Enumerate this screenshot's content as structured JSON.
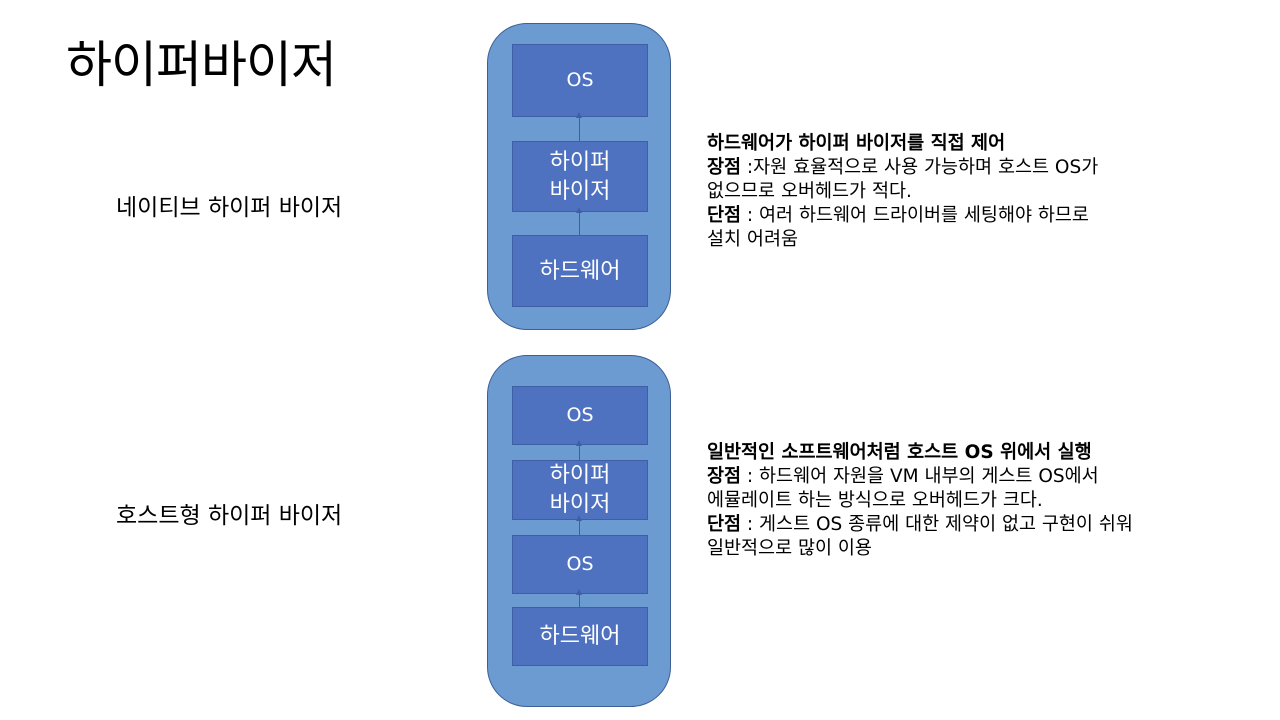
{
  "title": "하이퍼바이저",
  "native": {
    "label": "네이티브 하이퍼 바이저",
    "layers": {
      "top": "OS",
      "middle_line1": "하이퍼",
      "middle_line2": "바이저",
      "bottom": "하드웨어"
    },
    "description": {
      "heading": "하드웨어가 하이퍼 바이저를 직접 제어",
      "pros_label": "장점",
      "pros_line1": " :자원 효율적으로 사용 가능하며 호스트 OS가",
      "pros_line2": "없으므로 오버헤드가 적다.",
      "cons_label": "단점",
      "cons_line1": " : 여러 하드웨어 드라이버를 세팅해야 하므로",
      "cons_line2": "설치 어려움"
    }
  },
  "hosted": {
    "label": "호스트형 하이퍼 바이저",
    "layers": {
      "top": "OS",
      "middle_line1": "하이퍼",
      "middle_line2": "바이저",
      "host_os": "OS",
      "bottom": "하드웨어"
    },
    "description": {
      "heading": "일반적인 소프트웨어처럼 호스트 OS 위에서 실행",
      "pros_label": "장점",
      "pros_line1": " : 하드웨어 자원을 VM 내부의 게스트 OS에서",
      "pros_line2": "에뮬레이트 하는 방식으로 오버헤드가 크다.",
      "cons_label": "단점",
      "cons_line1": " : 게스트 OS 종류에 대한 제약이 없고 구현이 쉬워",
      "cons_line2": "일반적으로 많이 이용"
    }
  }
}
